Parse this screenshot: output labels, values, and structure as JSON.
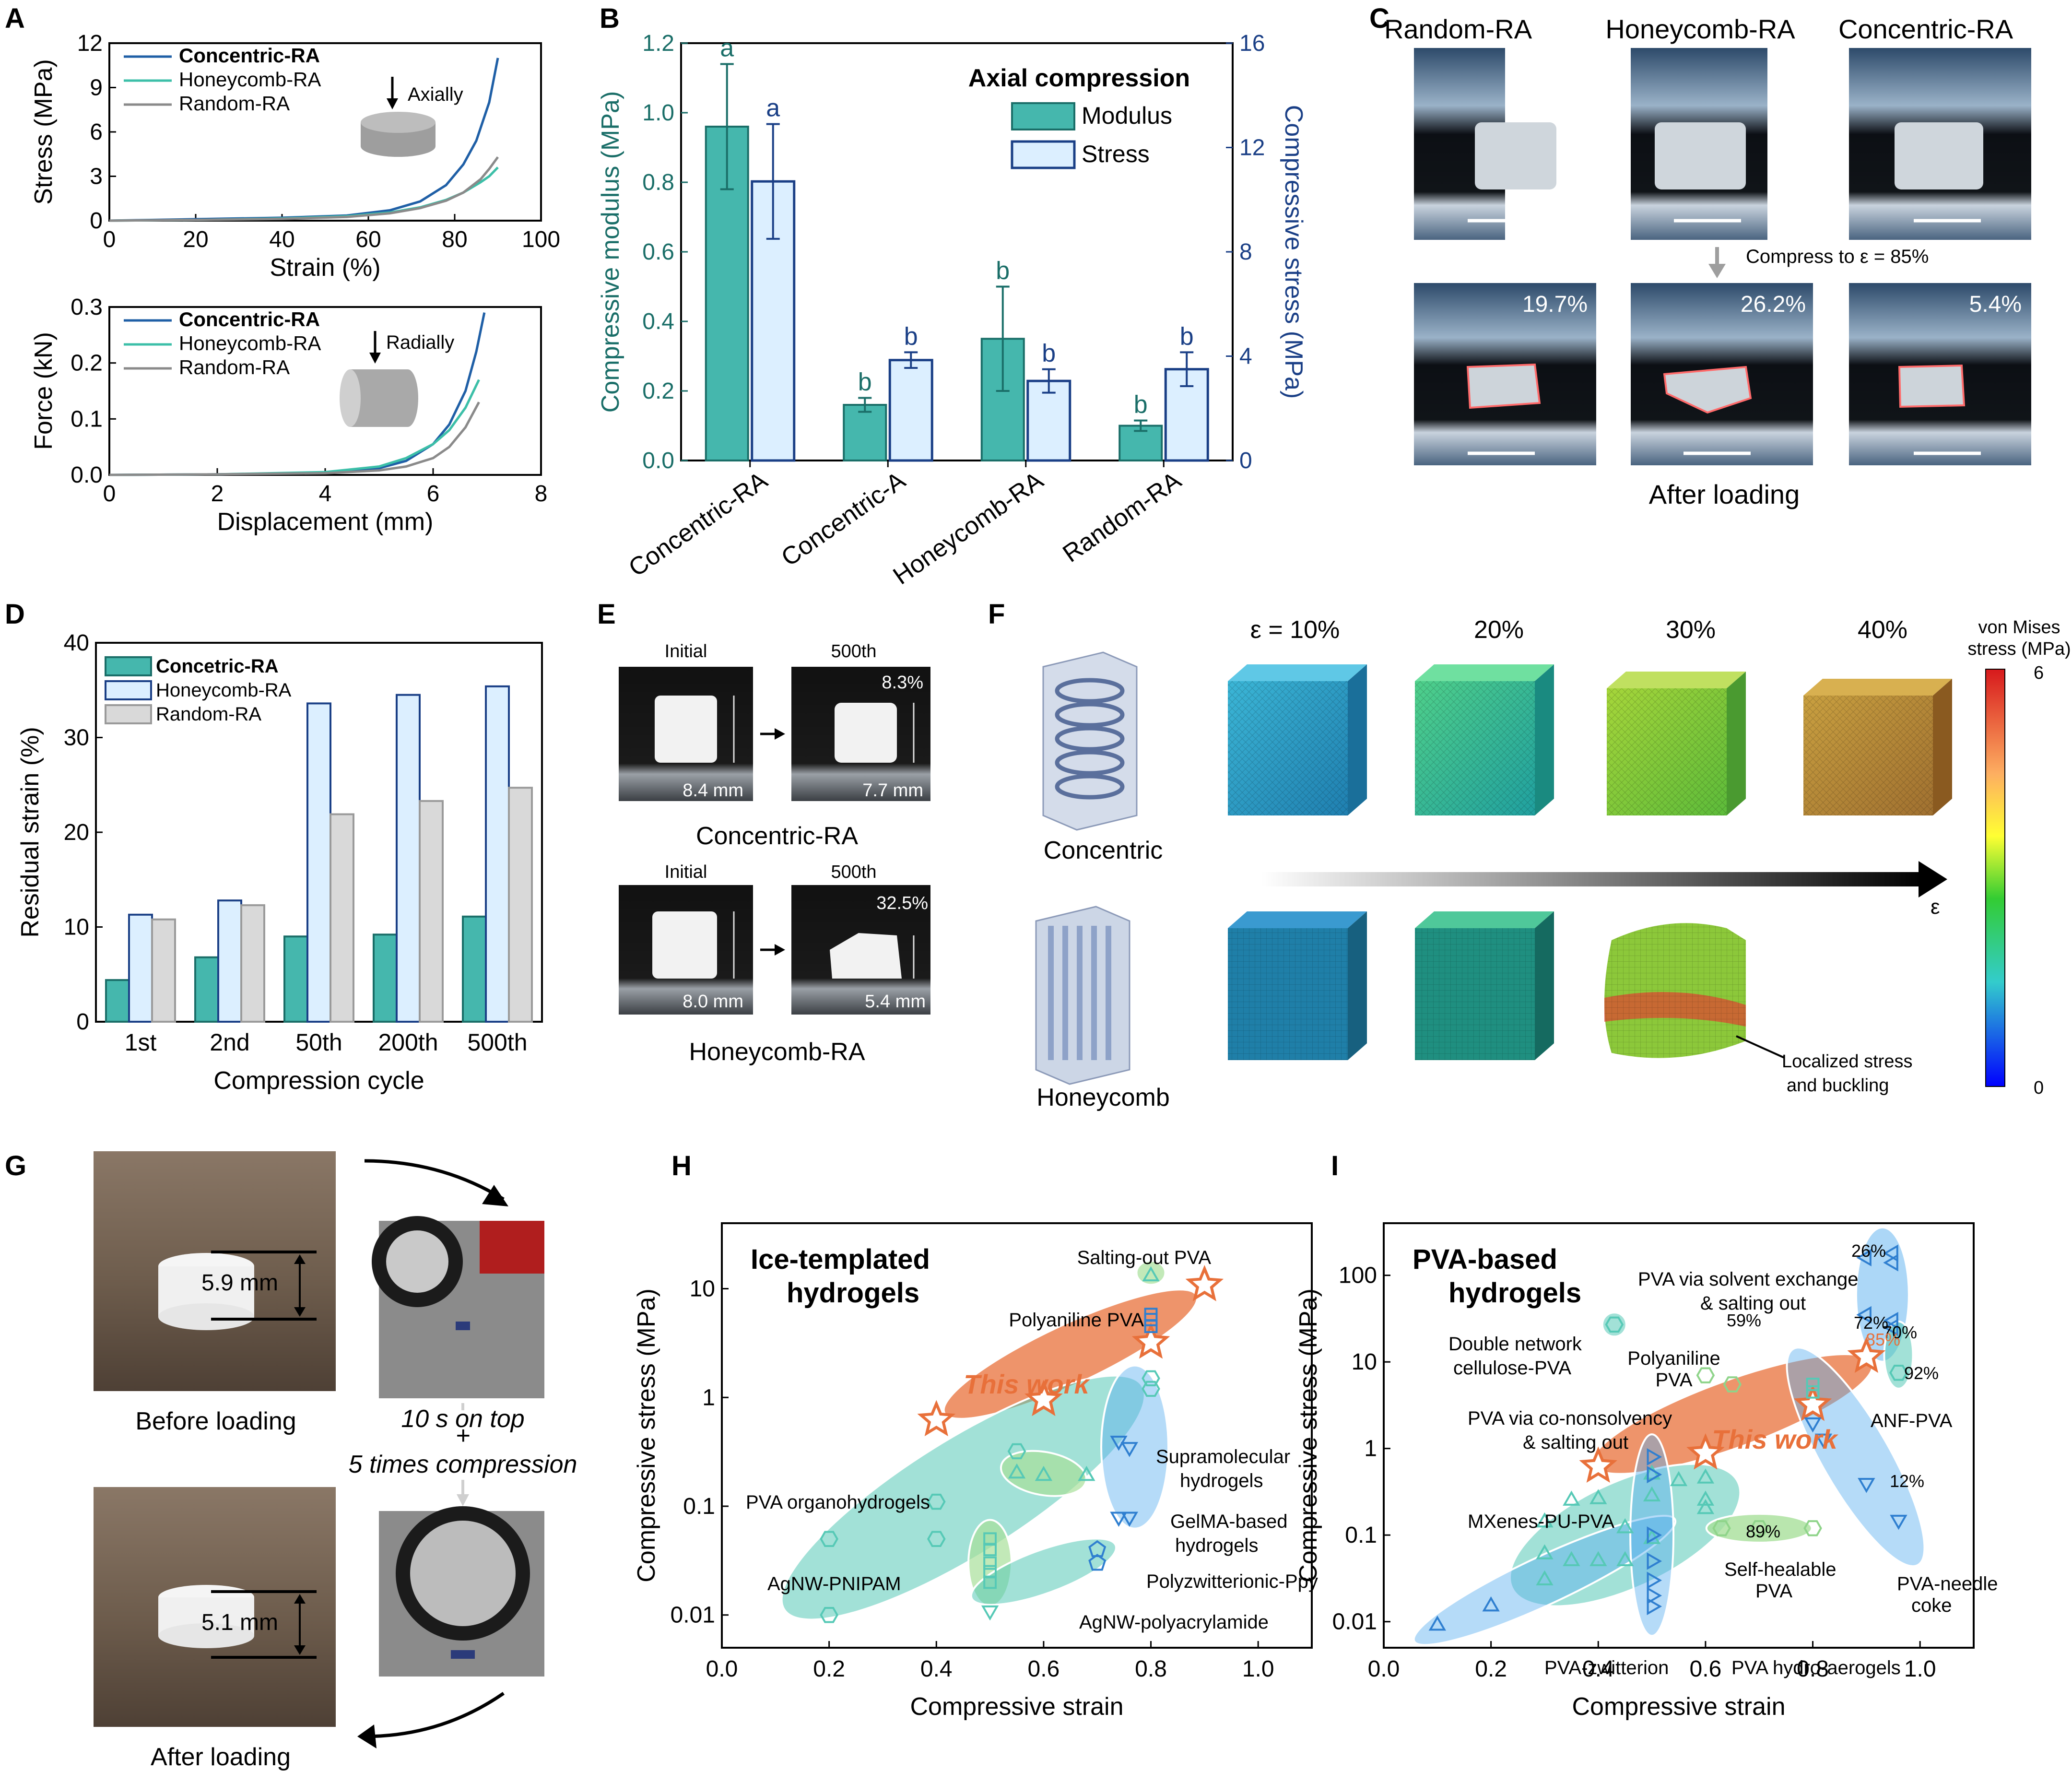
{
  "panels": {
    "A": "A",
    "B": "B",
    "C": "C",
    "D": "D",
    "E": "E",
    "F": "F",
    "G": "G",
    "H": "H",
    "I": "I"
  },
  "colors": {
    "concentric": "#1f5fa6",
    "honeycomb": "#3cbfa8",
    "random": "#8a8a8a",
    "teal_fill": "#45b7ad",
    "teal_edge": "#1a6e68",
    "light_fill": "#dcefff",
    "navy_edge": "#1a3f86",
    "gray_fill": "#d9d9d9",
    "orange": "#e8703a",
    "mint": "#56c9b6",
    "blue": "#2f7fd0",
    "green": "#8fd48a"
  },
  "chart_data": [
    {
      "panel": "A-top",
      "type": "line",
      "xlabel": "Strain (%)",
      "ylabel": "Stress (MPa)",
      "xlim": [
        0,
        100
      ],
      "ylim": [
        0,
        12
      ],
      "xticks": [
        "0",
        "20",
        "40",
        "60",
        "80",
        "100"
      ],
      "yticks": [
        "0",
        "3",
        "6",
        "9",
        "12"
      ],
      "legend_position": "top-left",
      "annotation": "Axially",
      "series": [
        {
          "name": "Concentric-RA",
          "x": [
            0,
            20,
            40,
            55,
            65,
            72,
            78,
            82,
            85,
            88,
            90
          ],
          "y": [
            0,
            0.1,
            0.2,
            0.35,
            0.7,
            1.3,
            2.4,
            3.8,
            5.4,
            8.0,
            11.0
          ]
        },
        {
          "name": "Honeycomb-RA",
          "x": [
            0,
            20,
            40,
            55,
            65,
            72,
            78,
            82,
            86,
            88,
            90
          ],
          "y": [
            0,
            0.05,
            0.15,
            0.3,
            0.55,
            0.9,
            1.4,
            1.9,
            2.6,
            3.0,
            3.6
          ]
        },
        {
          "name": "Random-RA",
          "x": [
            0,
            20,
            40,
            55,
            65,
            72,
            78,
            82,
            86,
            88,
            90
          ],
          "y": [
            0,
            0.05,
            0.12,
            0.25,
            0.5,
            0.85,
            1.35,
            1.9,
            2.8,
            3.5,
            4.3
          ]
        }
      ]
    },
    {
      "panel": "A-bottom",
      "type": "line",
      "xlabel": "Displacement (mm)",
      "ylabel": "Force (kN)",
      "xlim": [
        0,
        8
      ],
      "ylim": [
        0,
        0.3
      ],
      "xticks": [
        "0",
        "2",
        "4",
        "6",
        "8"
      ],
      "yticks": [
        "0.0",
        "0.1",
        "0.2",
        "0.3"
      ],
      "legend_position": "top-left",
      "annotation": "Radially",
      "series": [
        {
          "name": "Concentric-RA",
          "x": [
            0,
            2,
            4,
            5,
            5.5,
            6,
            6.3,
            6.6,
            6.8,
            6.95
          ],
          "y": [
            0,
            0.001,
            0.004,
            0.012,
            0.025,
            0.055,
            0.09,
            0.15,
            0.22,
            0.29
          ]
        },
        {
          "name": "Honeycomb-RA",
          "x": [
            0,
            2,
            4,
            5,
            5.5,
            6,
            6.3,
            6.6,
            6.85
          ],
          "y": [
            0,
            0.001,
            0.005,
            0.015,
            0.03,
            0.055,
            0.08,
            0.12,
            0.17
          ]
        },
        {
          "name": "Random-RA",
          "x": [
            0,
            2,
            4,
            5,
            5.5,
            6,
            6.3,
            6.6,
            6.85
          ],
          "y": [
            0,
            0.001,
            0.003,
            0.008,
            0.015,
            0.03,
            0.05,
            0.085,
            0.13
          ]
        }
      ]
    },
    {
      "panel": "B",
      "type": "bar",
      "title": "Axial compression",
      "categories": [
        "Concentric-RA",
        "Concentric-A",
        "Honeycomb-RA",
        "Random-RA"
      ],
      "ylabel": "Compressive modulus (MPa)",
      "y2label": "Compressive stress (MPa)",
      "ylim": [
        0,
        1.2
      ],
      "y2lim": [
        0,
        16
      ],
      "yticks": [
        "0.0",
        "0.2",
        "0.4",
        "0.6",
        "0.8",
        "1.0",
        "1.2"
      ],
      "y2ticks": [
        "0",
        "4",
        "8",
        "12",
        "16"
      ],
      "legend_position": "top-right",
      "series": [
        {
          "name": "Modulus",
          "axis": "left",
          "values": [
            0.96,
            0.16,
            0.35,
            0.1
          ],
          "errors": [
            0.18,
            0.02,
            0.15,
            0.015
          ],
          "letters": [
            "a",
            "b",
            "b",
            "b"
          ]
        },
        {
          "name": "Stress",
          "axis": "right",
          "values": [
            10.7,
            3.85,
            3.05,
            3.5
          ],
          "errors": [
            2.2,
            0.3,
            0.45,
            0.65
          ],
          "letters": [
            "a",
            "b",
            "b",
            "b"
          ]
        }
      ]
    },
    {
      "panel": "D",
      "type": "bar",
      "categories": [
        "1st",
        "2nd",
        "50th",
        "200th",
        "500th"
      ],
      "xlabel": "Compression cycle",
      "ylabel": "Residual strain (%)",
      "ylim": [
        0,
        40
      ],
      "yticks": [
        "0",
        "10",
        "20",
        "30",
        "40"
      ],
      "legend_position": "top-left",
      "series": [
        {
          "name": "Concetric-RA",
          "values": [
            4.4,
            6.8,
            9.0,
            9.2,
            11.1
          ]
        },
        {
          "name": "Honeycomb-RA",
          "values": [
            11.3,
            12.8,
            33.6,
            34.5,
            35.4
          ]
        },
        {
          "name": "Random-RA",
          "values": [
            10.8,
            12.3,
            21.9,
            23.3,
            24.7
          ]
        }
      ]
    },
    {
      "panel": "H",
      "type": "scatter",
      "xlabel": "Compressive strain",
      "ylabel": "Compressive stress (MPa)",
      "xlim": [
        0,
        1.1
      ],
      "ylim": [
        0.005,
        40
      ],
      "log_y": true,
      "xticks": [
        "0.0",
        "0.2",
        "0.4",
        "0.6",
        "0.8",
        "1.0"
      ],
      "yticks": [
        "0.01",
        "0.1",
        "1",
        "10"
      ],
      "series": [
        {
          "name": "This work",
          "marker": "star",
          "x": [
            0.4,
            0.6,
            0.8,
            0.9
          ],
          "y": [
            0.62,
            0.95,
            3.2,
            10.8
          ]
        },
        {
          "name": "Salting-out PVA",
          "marker": "triangle",
          "x": [
            0.8
          ],
          "y": [
            13
          ]
        },
        {
          "name": "Polyaniline PVA",
          "marker": "square",
          "x": [
            0.8,
            0.8,
            0.8
          ],
          "y": [
            4.5,
            5.2,
            5.8
          ]
        },
        {
          "name": "PVA organohydrogels",
          "marker": "hexagon",
          "x": [
            0.2,
            0.2,
            0.4,
            0.4,
            0.55,
            0.8,
            0.8
          ],
          "y": [
            0.01,
            0.05,
            0.05,
            0.11,
            0.32,
            1.2,
            1.5
          ]
        },
        {
          "name": "GelMA-based hydrogels",
          "marker": "triangle",
          "x": [
            0.55,
            0.6,
            0.68
          ],
          "y": [
            0.2,
            0.19,
            0.19
          ]
        },
        {
          "name": "Supramolecular hydrogels",
          "marker": "triangle-down",
          "x": [
            0.74,
            0.76,
            0.74,
            0.76
          ],
          "y": [
            0.4,
            0.35,
            0.08,
            0.08
          ]
        },
        {
          "name": "AgNW-PNIPAM",
          "marker": "square",
          "x": [
            0.5,
            0.5,
            0.5,
            0.5,
            0.5
          ],
          "y": [
            0.02,
            0.025,
            0.03,
            0.04,
            0.05
          ]
        },
        {
          "name": "AgNW-polyacrylamide",
          "marker": "triangle-down",
          "x": [
            0.5
          ],
          "y": [
            0.011
          ]
        },
        {
          "name": "Polyzwitterionic-Ppy",
          "marker": "pentagon",
          "x": [
            0.7,
            0.7
          ],
          "y": [
            0.03,
            0.04
          ]
        }
      ]
    },
    {
      "panel": "I",
      "type": "scatter",
      "xlabel": "Compressive strain",
      "ylabel": "Compressive stress (MPa)",
      "xlim": [
        0,
        1.1
      ],
      "ylim": [
        0.005,
        400
      ],
      "log_y": true,
      "xticks": [
        "0.0",
        "0.2",
        "0.4",
        "0.6",
        "0.8",
        "1.0"
      ],
      "yticks": [
        "0.01",
        "0.1",
        "1",
        "10",
        "100"
      ],
      "series": [
        {
          "name": "This work",
          "marker": "star",
          "x": [
            0.4,
            0.6,
            0.8,
            0.9
          ],
          "y": [
            0.62,
            0.88,
            3.2,
            11.5
          ]
        },
        {
          "name": "PVA via solvent exchange & salting out",
          "marker": "triangle-left",
          "x": [
            0.9,
            0.95,
            0.95,
            0.9,
            0.95,
            0.95
          ],
          "y": [
            160,
            180,
            140,
            35,
            30,
            25
          ]
        },
        {
          "name": "Double network cellulose-PVA",
          "marker": "hexagon",
          "x": [
            0.43
          ],
          "y": [
            27
          ]
        },
        {
          "name": "Polyaniline PVA",
          "marker": "square",
          "x": [
            0.8,
            0.8
          ],
          "y": [
            4.5,
            5.5
          ]
        },
        {
          "name": "PVA via co-nonsolvency & salting out",
          "marker": "hexagon",
          "x": [
            0.6,
            0.65
          ],
          "y": [
            7,
            5.5
          ]
        },
        {
          "name": "ANF-PVA",
          "marker": "hexagon",
          "x": [
            0.96
          ],
          "y": [
            7.5
          ]
        },
        {
          "name": "MXenes-PU-PVA",
          "marker": "triangle",
          "x": [
            0.3,
            0.3,
            0.3,
            0.35,
            0.35,
            0.4,
            0.4,
            0.45,
            0.45,
            0.5,
            0.5,
            0.5,
            0.55,
            0.6,
            0.6,
            0.6
          ],
          "y": [
            0.14,
            0.06,
            0.03,
            0.25,
            0.05,
            0.26,
            0.05,
            0.12,
            0.05,
            0.5,
            0.28,
            0.09,
            0.42,
            0.45,
            0.25,
            0.2
          ]
        },
        {
          "name": "PVA-zwitterion",
          "marker": "triangle",
          "x": [
            0.1,
            0.2
          ],
          "y": [
            0.009,
            0.015
          ]
        },
        {
          "name": "PVA hydro-aerogels",
          "marker": "triangle-right",
          "x": [
            0.5,
            0.5,
            0.5,
            0.5,
            0.5,
            0.5,
            0.5
          ],
          "y": [
            0.8,
            0.5,
            0.1,
            0.05,
            0.03,
            0.02,
            0.015
          ]
        },
        {
          "name": "Self-healable PVA",
          "marker": "hexagon",
          "x": [
            0.63,
            0.7,
            0.8
          ],
          "y": [
            0.12,
            0.12,
            0.12
          ]
        },
        {
          "name": "PVA-needle coke",
          "marker": "triangle-down",
          "x": [
            0.8,
            0.82,
            0.9,
            0.96
          ],
          "y": [
            2.0,
            1.3,
            0.4,
            0.15
          ]
        }
      ]
    }
  ],
  "A": {
    "top_legend": [
      "Concentric-RA",
      "Honeycomb-RA",
      "Random-RA"
    ],
    "top_annot": "Axially",
    "bottom_annot": "Radially"
  },
  "C": {
    "cols": [
      "Random-RA",
      "Honeycomb-RA",
      "Concentric-RA"
    ],
    "arrow_label": "Compress to ε = 85%",
    "percents": [
      "19.7%",
      "26.2%",
      "5.4%"
    ],
    "caption": "After loading"
  },
  "E": {
    "initial": "Initial",
    "cycle": "500th",
    "top": {
      "caption": "Concentric-RA",
      "pct": "8.3%",
      "h0": "8.4 mm",
      "h1": "7.7 mm"
    },
    "bottom": {
      "caption": "Honeycomb-RA",
      "pct": "32.5%",
      "h0": "8.0 mm",
      "h1": "5.4 mm"
    }
  },
  "F": {
    "strains": [
      "ε = 10%",
      "20%",
      "30%",
      "40%"
    ],
    "concentric": "Concentric",
    "honeycomb": "Honeycomb",
    "arrow_label": "ε",
    "colorbar_title_1": "von Mises",
    "colorbar_title_2": "stress (MPa)",
    "colorbar_max": "6",
    "colorbar_min": "0",
    "annot_1": "Localized stress",
    "annot_2": "and buckling"
  },
  "G": {
    "h_before": "5.9 mm",
    "h_after": "5.1 mm",
    "before": "Before loading",
    "after": "After loading",
    "mid_1": "10 s on top",
    "mid_plus": "+",
    "mid_2": "5 times compression"
  },
  "H": {
    "title_1": "Ice-templated",
    "title_2": "hydrogels",
    "this_work": "This work",
    "labels": {
      "salting": "Salting-out PVA",
      "polyaniline": "Polyaniline PVA",
      "organo": "PVA organohydrogels",
      "supra_1": "Supramolecular",
      "supra_2": "hydrogels",
      "gelma_1": "GelMA-based",
      "gelma_2": "hydrogels",
      "agnw_pnipam": "AgNW-PNIPAM",
      "polyzw": "Polyzwitterionic-Ppy",
      "agnw_paam": "AgNW-polyacrylamide"
    }
  },
  "I": {
    "title_1": "PVA-based",
    "title_2": "hydrogels",
    "this_work": "This work",
    "labels": {
      "solvent_1": "PVA via solvent exchange",
      "solvent_2": "& salting out",
      "dn_1": "Double network",
      "dn_2": "cellulose-PVA",
      "pani_1": "Polyaniline",
      "pani_2": "PVA",
      "cono_1": "PVA via co-nonsolvency",
      "cono_2": "& salting out",
      "anf": "ANF-PVA",
      "mxene": "MXenes-PU-PVA",
      "zwit": "PVA-zwitterion",
      "aero": "PVA hydro-aerogels",
      "selfheal_1": "Self-healable",
      "selfheal_2": "PVA",
      "needle_1": "PVA-needle",
      "needle_2": "coke"
    },
    "pcts": {
      "p26": "26%",
      "p59": "59%",
      "p72": "72%",
      "p70": "70%",
      "p85": "85%",
      "p92": "92%",
      "p12": "12%",
      "p89": "89%"
    }
  }
}
